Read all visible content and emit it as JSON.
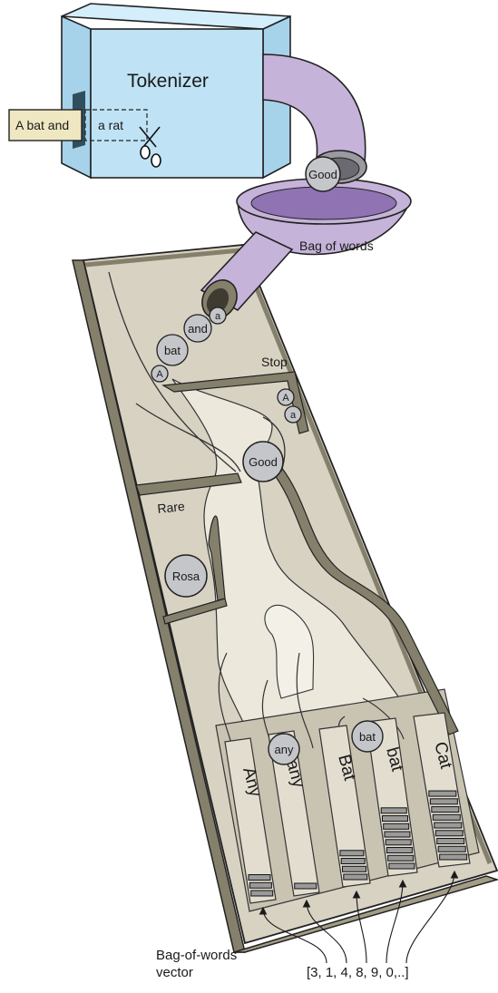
{
  "tokenizer": {
    "title": "Tokenizer",
    "input_text": "A bat and",
    "cut_text": "a rat"
  },
  "funnel_token": "Good",
  "bowl_label": "Bag of words",
  "pipe_tokens": [
    "a",
    "and",
    "bat",
    "A"
  ],
  "stop": {
    "label": "Stop",
    "tokens": [
      "A",
      "a"
    ]
  },
  "good_token": "Good",
  "rare": {
    "label": "Rare",
    "token": "Rosa"
  },
  "columns": [
    {
      "label": "Any",
      "count": 3
    },
    {
      "label": "any",
      "count": 1
    },
    {
      "label": "Bat",
      "count": 4
    },
    {
      "label": "bat",
      "count": 8
    },
    {
      "label": "Cat",
      "count": 9
    }
  ],
  "column_balls": [
    "any",
    "bat"
  ],
  "footer": {
    "caption_line1": "Bag-of-words",
    "caption_line2": "vector",
    "vector_text": "[3, 1, 4, 8, 9, 0,..]"
  },
  "colors": {
    "box_face": "#bfe3f5",
    "box_side": "#a6d3ea",
    "pipe": "#c6b3d9",
    "bowl_inner": "#8f73b3",
    "board": "#d8d2c3",
    "board_edge": "#85806c",
    "channel": "#ece8dc",
    "ball": "#c4c6ca"
  }
}
